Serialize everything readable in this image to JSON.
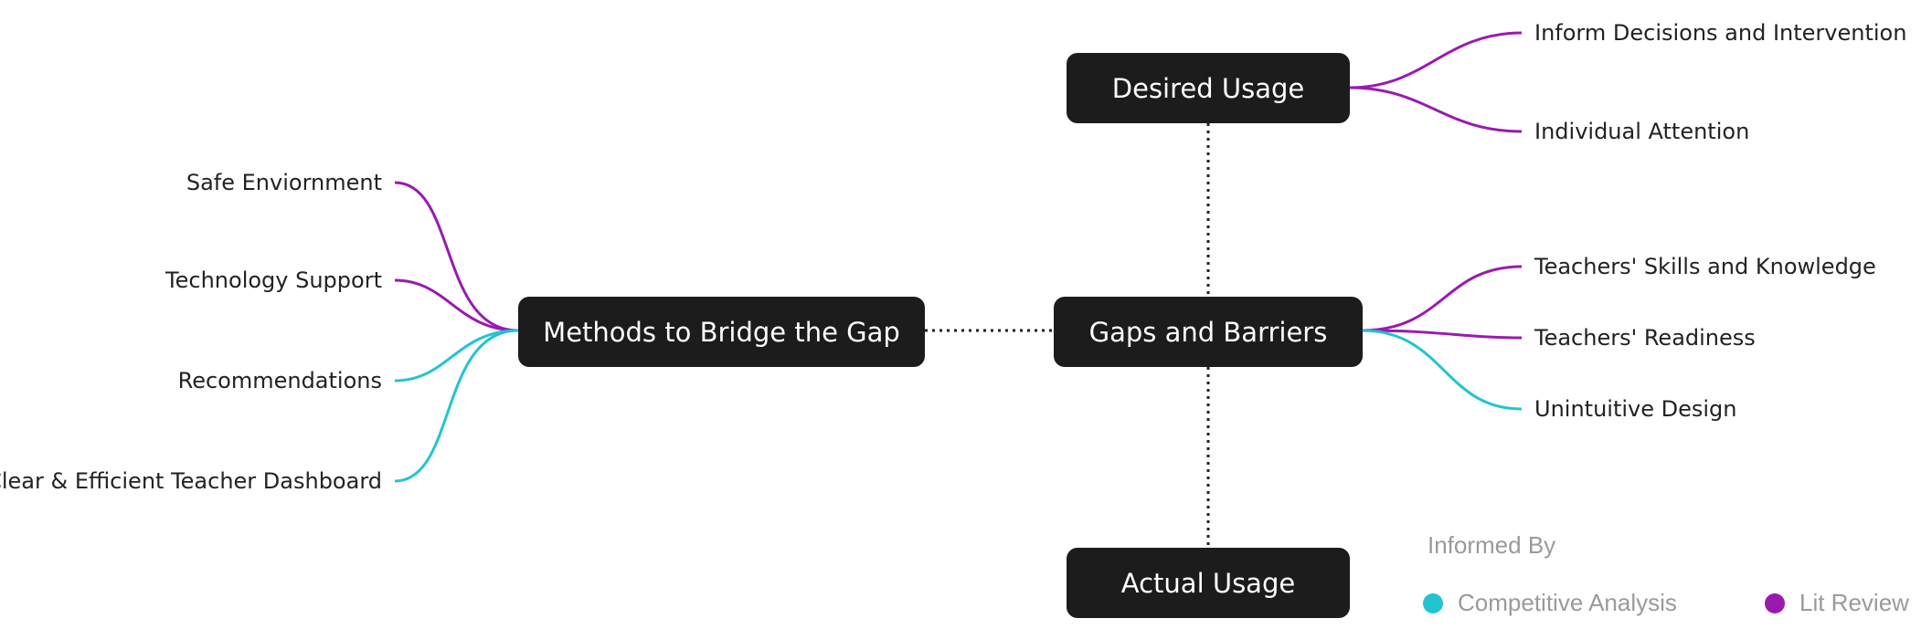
{
  "colors": {
    "competitive": "#22c4d0",
    "lit_review": "#9a1ab0",
    "node_bg": "#1c1c1c",
    "connector": "#222222"
  },
  "nodes": {
    "desired": "Desired Usage",
    "gaps": "Gaps and Barriers",
    "actual": "Actual Usage",
    "methods": "Methods to Bridge the Gap"
  },
  "desired_children": [
    {
      "label": "Inform Decisions and Intervention",
      "source": "lit_review"
    },
    {
      "label": "Individual Attention",
      "source": "lit_review"
    }
  ],
  "gaps_children": [
    {
      "label": "Teachers' Skills and Knowledge",
      "source": "lit_review"
    },
    {
      "label": "Teachers' Readiness",
      "source": "lit_review"
    },
    {
      "label": "Unintuitive Design",
      "source": "competitive"
    }
  ],
  "methods_children": [
    {
      "label": "Safe Enviornment",
      "source": "lit_review"
    },
    {
      "label": "Technology Support",
      "source": "lit_review"
    },
    {
      "label": "Recommendations",
      "source": "competitive"
    },
    {
      "label": "Clear & Efficient Teacher Dashboard",
      "source": "competitive"
    }
  ],
  "legend": {
    "title": "Informed By",
    "items": [
      {
        "label": "Competitive Analysis",
        "source": "competitive"
      },
      {
        "label": "Lit Review",
        "source": "lit_review"
      }
    ]
  }
}
